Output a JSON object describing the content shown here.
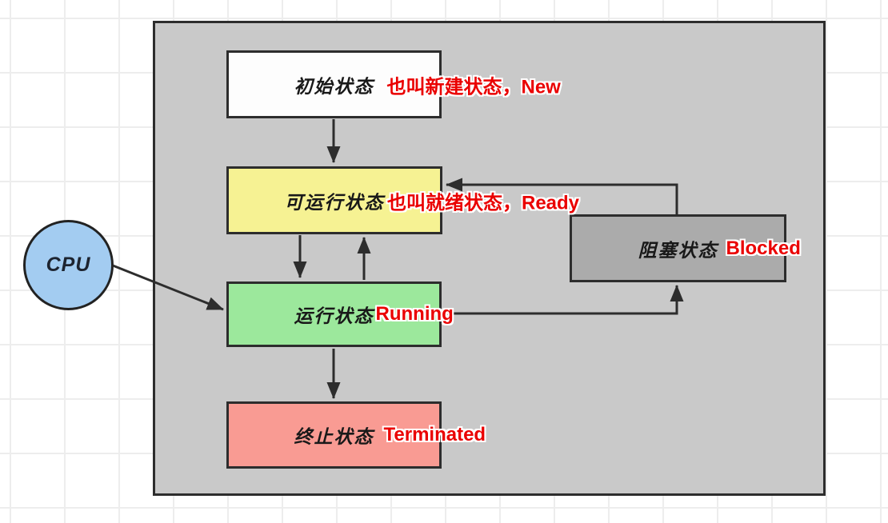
{
  "diagram": {
    "nodes": {
      "initial": {
        "label": "初始状态",
        "annotation": "也叫新建状态，New",
        "fill": "#fdfdfd"
      },
      "ready": {
        "label": "可运行状态",
        "annotation": "也叫就绪状态，Ready",
        "fill": "#f6f293"
      },
      "running": {
        "label": "运行状态",
        "annotation": "Running",
        "fill": "#9ce89c"
      },
      "terminated": {
        "label": "终止状态",
        "annotation": "Terminated",
        "fill": "#f99b93"
      },
      "blocked": {
        "label": "阻塞状态",
        "annotation": "Blocked",
        "fill": "#ababab"
      }
    },
    "cpu": {
      "label": "CPU",
      "fill": "#a3ccf1"
    },
    "colors": {
      "annotation_red": "#ea0000",
      "node_border": "#2d2d2d",
      "container_fill": "#c9c9c9",
      "label_black": "#191919",
      "cpu_blue": "#a3ccf1",
      "grid_line": "#ededed"
    }
  }
}
